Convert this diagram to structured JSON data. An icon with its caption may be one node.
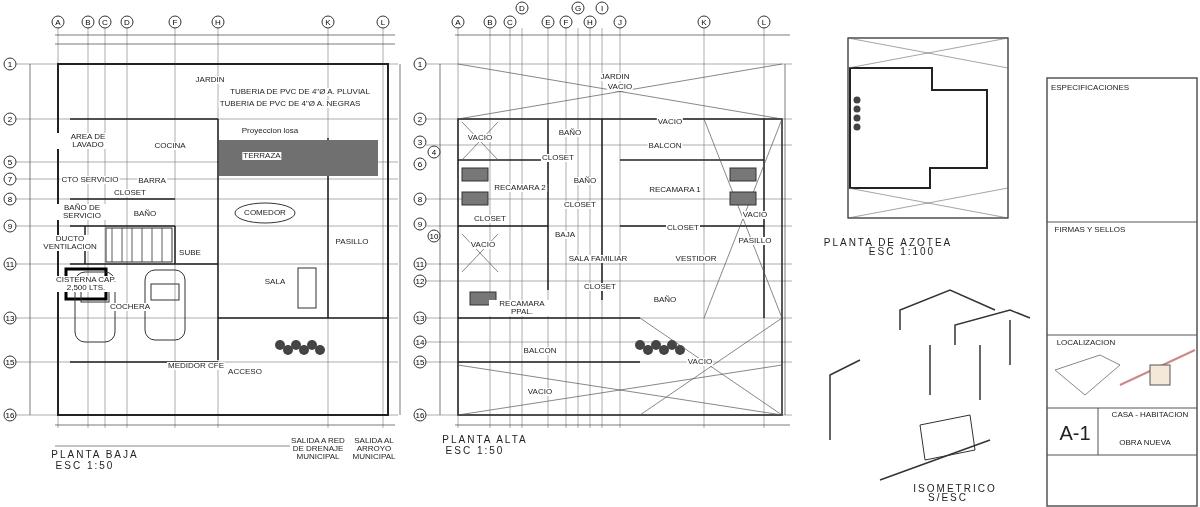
{
  "diagram": {
    "labels": [
      "A",
      "B",
      "C",
      "D",
      "F",
      "H",
      "K",
      "L",
      "1",
      "2",
      "5",
      "7",
      "8",
      "9",
      "11",
      "13",
      "15",
      "16",
      "JARDIN",
      "TUBERIA DE PVC DE 4\"Ø A. PLUVIAL",
      "TUBERIA DE PVC DE 4\"Ø A. NEGRAS",
      "AREA DE LAVADO",
      "Proyeccion losa",
      "COCINA",
      "TERRAZA",
      "CTO SERVICIO",
      "BARRA",
      "CLOSET",
      "BAÑO DE SERVICIO",
      "BAÑO",
      "COMEDOR",
      "DUCTO VENTILACION",
      "PASILLO",
      "SUBE",
      "SALA",
      "CISTERNA CAP. 2,500 LTS.",
      "COCHERA",
      "MEDIDOR CFE",
      "ACCESO",
      "SALIDA A RED DE DRENAJE MUNICIPAL",
      "SALIDA AL ARROYO MUNICIPAL",
      "PLANTA BAJA",
      "ESC 1:50",
      "A",
      "B",
      "C",
      "D",
      "E",
      "F",
      "G",
      "H",
      "I",
      "J",
      "K",
      "L",
      "1",
      "2",
      "3",
      "4",
      "6",
      "8",
      "9",
      "10",
      "11",
      "12",
      "13",
      "14",
      "15",
      "16",
      "JARDIN",
      "VACIO",
      "VACIO",
      "BAÑO",
      "CLOSET",
      "VACIO",
      "BALCON",
      "RECAMARA 2",
      "BAÑO",
      "RECAMARA 1",
      "CLOSET",
      "CLOSET",
      "CLOSET",
      "VACIO",
      "BAJA",
      "VACIO",
      "PASILLO",
      "SALA FAMILIAR",
      "VESTIDOR",
      "CLOSET",
      "BAÑO",
      "RECAMARA PPAL.",
      "BALCON",
      "VACIO",
      "VACIO",
      "PLANTA ALTA",
      "ESC 1:50",
      "PLANTA DE AZOTEA",
      "ESC 1:100",
      "ISOMETRICO",
      "S/ESC",
      "ESPECIFICACIONES",
      "FIRMAS Y SELLOS",
      "LOCALIZACION",
      "A-1",
      "CASA - HABITACION",
      "OBRA NUEVA"
    ]
  }
}
